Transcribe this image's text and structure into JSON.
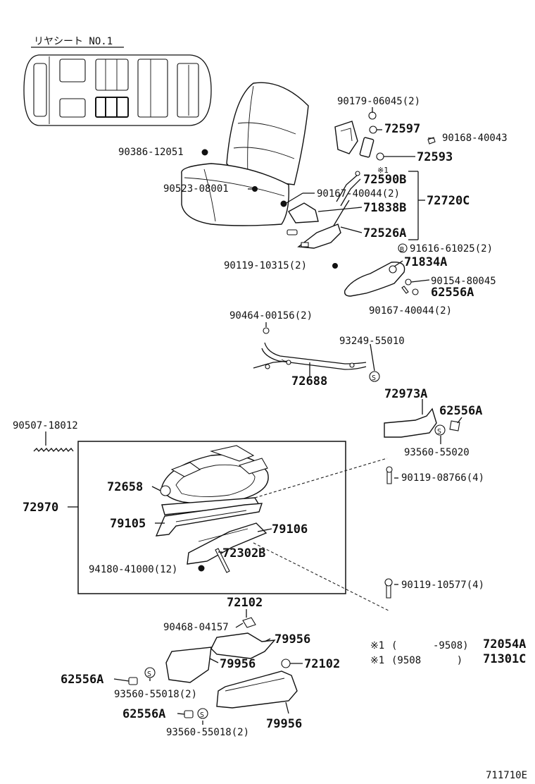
{
  "title": "リヤシート NO.1",
  "diagram_code": "711710E",
  "parts": {
    "p90179": "90179-06045(2)",
    "p72597": "72597",
    "p90168": "90168-40043",
    "p72593": "72593",
    "p90386": "90386-12051",
    "p72590b": "72590B",
    "p90523": "90523-08001",
    "p90167a": "90167-40044(2)",
    "p71838b": "71838B",
    "p72720c": "72720C",
    "p72526a": "72526A",
    "p91616": "91616-61025(2)",
    "p90119a": "90119-10315(2)",
    "p71834a": "71834A",
    "p90154": "90154-80045",
    "p62556a_1": "62556A",
    "p90167b": "90167-40044(2)",
    "p90464": "90464-00156(2)",
    "p93249": "93249-55010",
    "p72688": "72688",
    "p72973a": "72973A",
    "p62556a_2": "62556A",
    "p90507": "90507-18012",
    "p93560a": "93560-55020",
    "p90119b": "90119-08766(4)",
    "p72970": "72970",
    "p72658": "72658",
    "p79105": "79105",
    "p79106": "79106",
    "p72302b": "72302B",
    "p94180": "94180-41000(12)",
    "p90119c": "90119-10577(4)",
    "p72102a": "72102",
    "p90468": "90468-04157",
    "p79956a": "79956",
    "p79956b": "79956",
    "p72102b": "72102",
    "p62556a_3": "62556A",
    "p93560b": "93560-55018(2)",
    "p62556a_4": "62556A",
    "p93560c": "93560-55018(2)",
    "p79956c": "79956"
  },
  "markers": {
    "s": "S",
    "b": "B",
    "ref": "※1"
  },
  "notes": [
    {
      "mark": "※1",
      "range": "(      -9508)",
      "part": "72054A"
    },
    {
      "mark": "※1",
      "range": "(9508      )",
      "part": "71301C"
    }
  ]
}
